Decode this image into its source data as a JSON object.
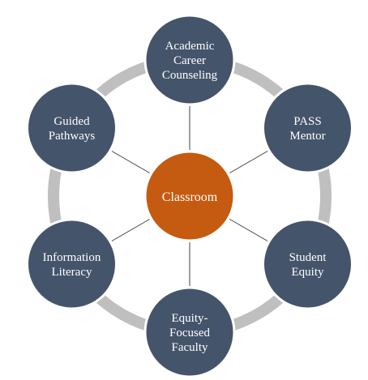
{
  "center": {
    "label": "Classroom",
    "color": "#c55a11"
  },
  "nodes": [
    {
      "id": "academic-career-counseling",
      "lines": [
        "Academic",
        "Career",
        "Counseling"
      ]
    },
    {
      "id": "pass-mentor",
      "lines": [
        "PASS",
        "Mentor"
      ]
    },
    {
      "id": "student-equity",
      "lines": [
        "Student",
        "Equity"
      ]
    },
    {
      "id": "equity-focused-faculty",
      "lines": [
        "Equity-",
        "Focused",
        "Faculty"
      ]
    },
    {
      "id": "information-literacy",
      "lines": [
        "Information",
        "Literacy"
      ]
    },
    {
      "id": "guided-pathways",
      "lines": [
        "Guided",
        "Pathways"
      ]
    }
  ],
  "colors": {
    "node_fill": "#44546a",
    "node_stroke": "#ffffff",
    "ring": "#bfbfbf",
    "connector": "#404040"
  }
}
